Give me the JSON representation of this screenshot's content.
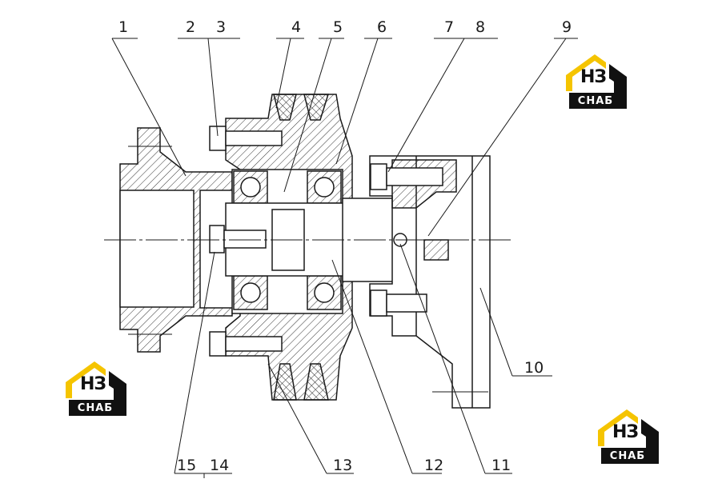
{
  "callouts": [
    {
      "id": "1",
      "label": "1"
    },
    {
      "id": "2",
      "label": "2"
    },
    {
      "id": "3",
      "label": "3"
    },
    {
      "id": "4",
      "label": "4"
    },
    {
      "id": "5",
      "label": "5"
    },
    {
      "id": "6",
      "label": "6"
    },
    {
      "id": "7",
      "label": "7"
    },
    {
      "id": "8",
      "label": "8"
    },
    {
      "id": "9",
      "label": "9"
    },
    {
      "id": "10",
      "label": "10"
    },
    {
      "id": "11",
      "label": "11"
    },
    {
      "id": "12",
      "label": "12"
    },
    {
      "id": "13",
      "label": "13"
    },
    {
      "id": "14",
      "label": "14"
    },
    {
      "id": "15",
      "label": "15"
    }
  ],
  "watermark": {
    "top_text": "НЗ",
    "bottom_text": "СНАБ",
    "colors": {
      "roof": "#f5c400",
      "frame": "#111111",
      "band": "#111111"
    }
  },
  "colors": {
    "line": "#1a1a1a",
    "hatch": "#333333",
    "background": "#ffffff"
  }
}
